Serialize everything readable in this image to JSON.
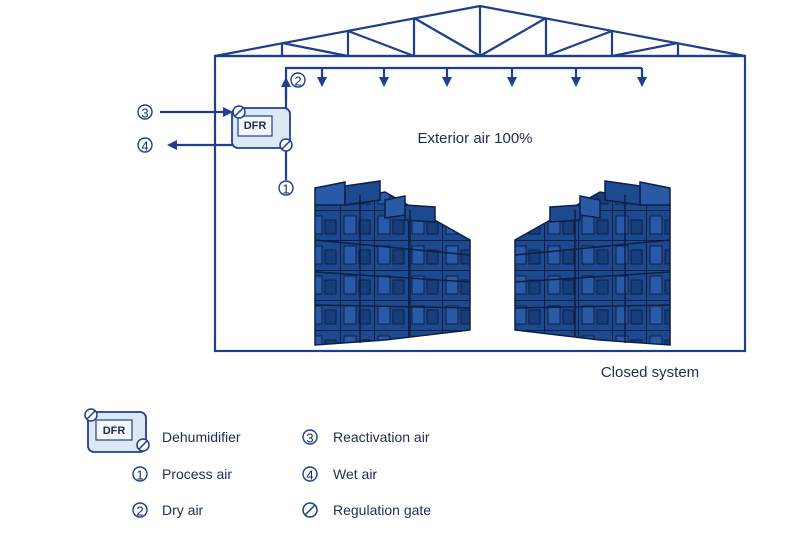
{
  "diagram": {
    "center_label": "Exterior air 100%",
    "system_label": "Closed system",
    "unit_label": "DFR",
    "callouts": [
      "1",
      "2",
      "3",
      "4"
    ],
    "gate_symbol": "Ø"
  },
  "legend": {
    "dehumidifier": "Dehumidifier",
    "process_air": {
      "num": "1",
      "text": "Process air"
    },
    "dry_air": {
      "num": "2",
      "text": "Dry air"
    },
    "reactivation_air": {
      "num": "3",
      "text": "Reactivation air"
    },
    "wet_air": {
      "num": "4",
      "text": "Wet air"
    },
    "regulation_gate": {
      "sym": "Ø",
      "text": "Regulation gate"
    }
  },
  "colors": {
    "outline": "#1e3f8c",
    "rack_fill": "#1d4a8f",
    "rack_line": "#0c1f45",
    "unit_fill": "#dde8f5",
    "text": "#1f2d4d"
  }
}
